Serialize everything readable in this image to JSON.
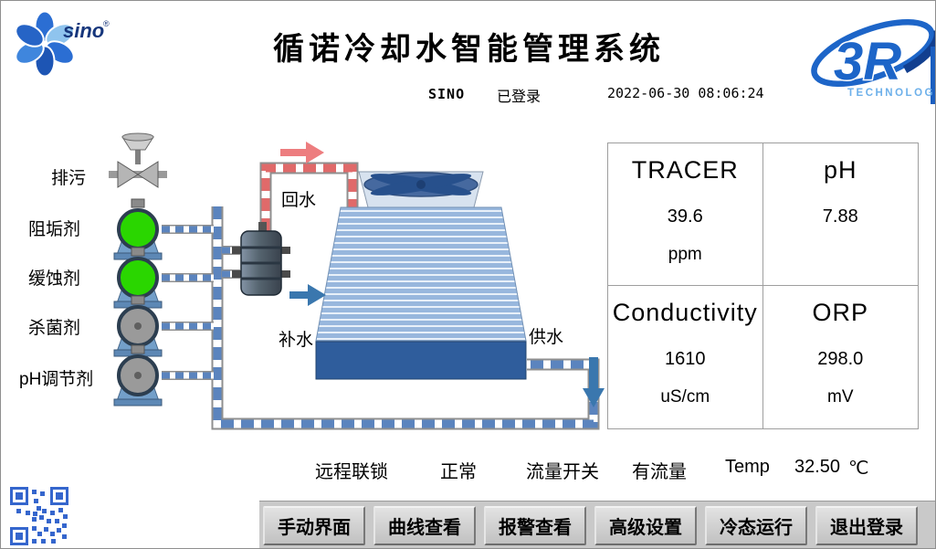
{
  "header": {
    "title": "循诺冷却水智能管理系统",
    "user": "SINO",
    "login_status": "已登录",
    "datetime": "2022-06-30 08:06:24",
    "logo_sino_text": "sino",
    "logo_3r_text": "3R",
    "logo_3r_sub": "TECHNOLOGY"
  },
  "diagram": {
    "drain_label": "排污",
    "pumps": [
      {
        "label": "阻垢剂",
        "state_color": "#2ad600"
      },
      {
        "label": "缓蚀剂",
        "state_color": "#2ad600"
      },
      {
        "label": "杀菌剂",
        "state_color": "#9a9a9a"
      },
      {
        "label": "pH调节剂",
        "state_color": "#9a9a9a"
      }
    ],
    "return_water_label": "回水",
    "makeup_water_label": "补水",
    "supply_water_label": "供水"
  },
  "readings": [
    {
      "name": "TRACER",
      "value": "39.6",
      "unit": "ppm"
    },
    {
      "name": "pH",
      "value": "7.88",
      "unit": ""
    },
    {
      "name": "Conductivity",
      "value": "1610",
      "unit": "uS/cm"
    },
    {
      "name": "ORP",
      "value": "298.0",
      "unit": "mV"
    }
  ],
  "status_bar": [
    {
      "label": "远程联锁",
      "value": "正常"
    },
    {
      "label": "流量开关",
      "value": "有流量"
    },
    {
      "label": "Temp",
      "value": "32.50",
      "unit": "℃"
    }
  ],
  "buttons": [
    "手动界面",
    "曲线查看",
    "报警查看",
    "高级设置",
    "冷态运行",
    "退出登录"
  ],
  "colors": {
    "accent_blue": "#1b5fc0",
    "pipe_blue": "#5b84be",
    "pipe_red": "#e06a6a",
    "pump_on": "#2ad600",
    "pump_off": "#9a9a9a",
    "basin_blue": "#2f5d9c"
  }
}
